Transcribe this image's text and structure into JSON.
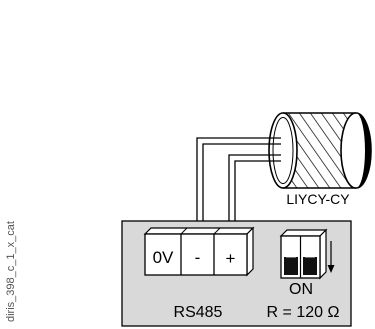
{
  "side_code": "diris_398_c_1_x_cat",
  "cable": {
    "label": "LIYCY-CY"
  },
  "terminal_block": {
    "terminals": [
      "0V",
      "-",
      "+"
    ],
    "label": "RS485"
  },
  "dip_switch": {
    "state_label": "ON",
    "resistance_label": "R = 120 Ω"
  },
  "colors": {
    "box_fill": "#d9d9d9",
    "stroke": "#000000",
    "switch_dark": "#111111"
  }
}
